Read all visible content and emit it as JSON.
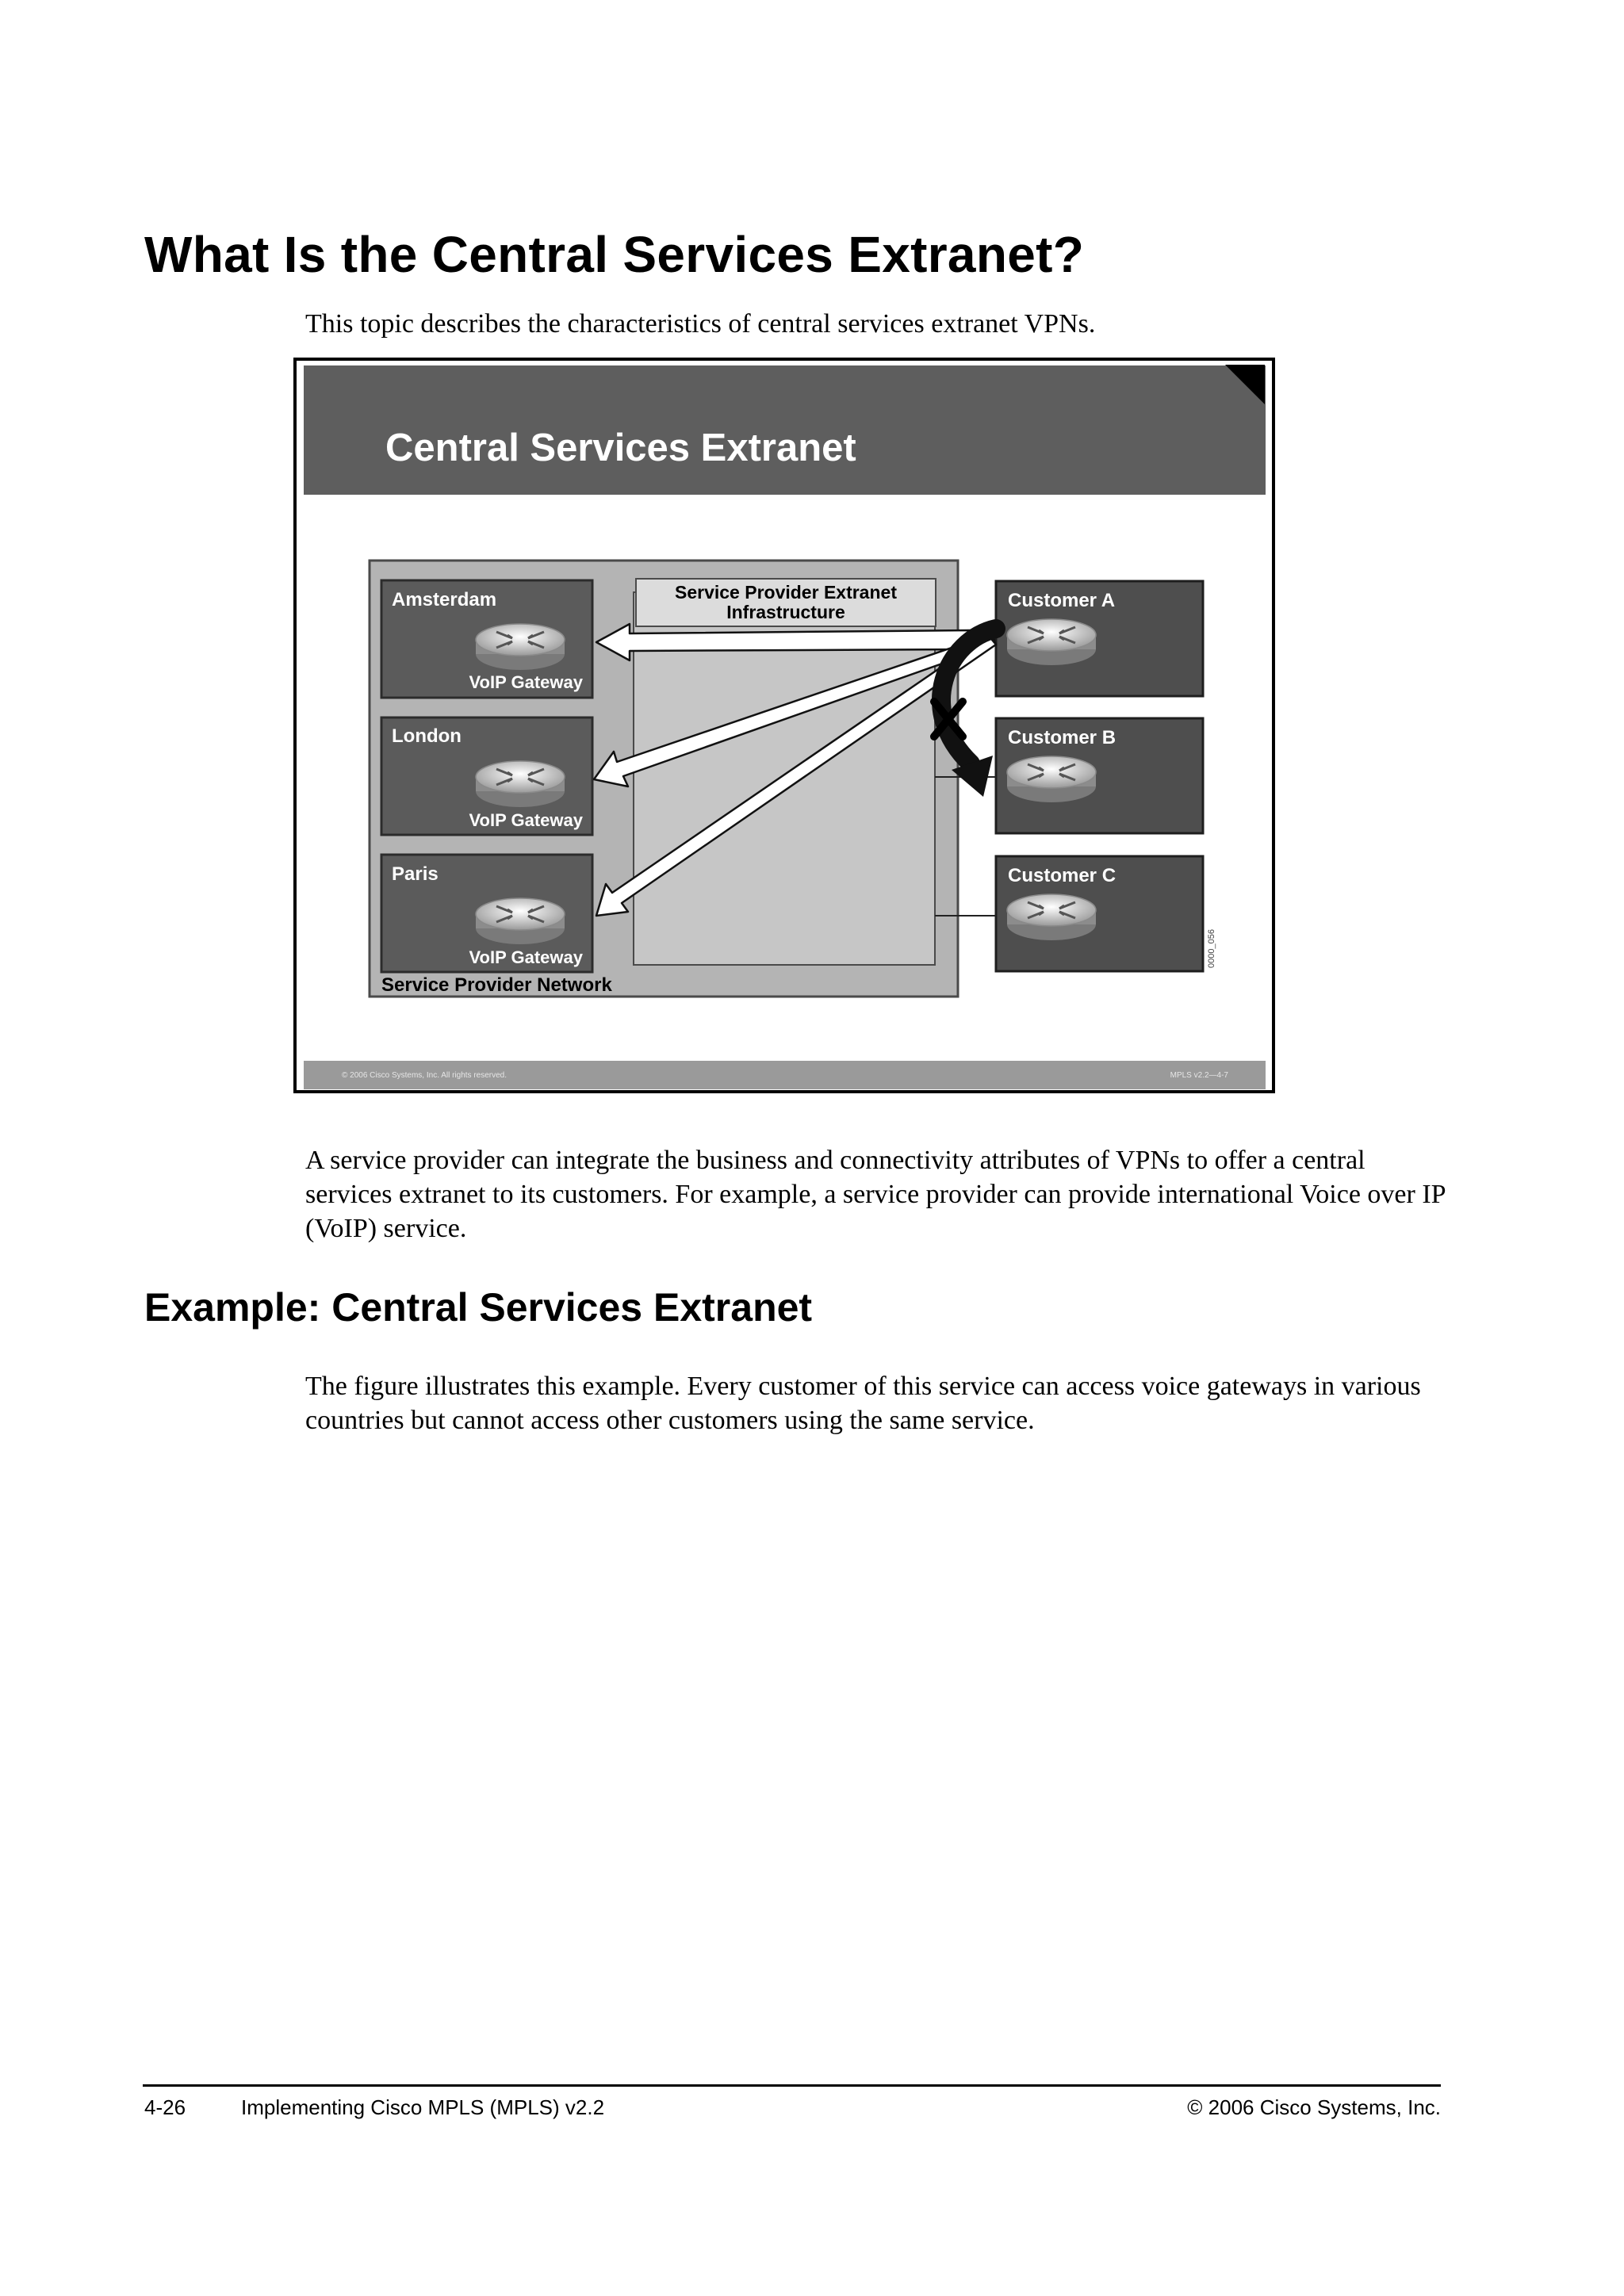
{
  "heading": "What Is the Central Services Extranet?",
  "intro": "This topic describes the characteristics of central services extranet VPNs.",
  "slide": {
    "title": "Central Services Extranet",
    "provider_infrastructure_line1": "Service Provider Extranet",
    "provider_infrastructure_line2": "Infrastructure",
    "provider_network_label": "Service Provider Network",
    "sites": [
      {
        "name": "Amsterdam",
        "device": "VoIP Gateway"
      },
      {
        "name": "London",
        "device": "VoIP Gateway"
      },
      {
        "name": "Paris",
        "device": "VoIP Gateway"
      }
    ],
    "customers": [
      "Customer A",
      "Customer B",
      "Customer C"
    ],
    "figure_id": "0000_056",
    "footer_left": "© 2006 Cisco Systems, Inc. All rights reserved.",
    "footer_right": "MPLS v2.2—4-7",
    "colors": {
      "title_bar": "#5e5e5e",
      "site_box": "#5b5b5b",
      "customer_box": "#4e4e4e",
      "network_bg": "#b4b4b4",
      "infra_bg": "#c6c6c6"
    }
  },
  "paragraph1": "A service provider can integrate the business and connectivity attributes of VPNs to offer a central services extranet to its customers. For example, a service provider can provide international Voice over IP (VoIP) service.",
  "heading2": "Example: Central Services Extranet",
  "paragraph2": "The figure illustrates this example. Every customer of this service can access voice gateways in various countries but cannot access other customers using the same service.",
  "footer": {
    "page_number": "4-26",
    "book_title": "Implementing Cisco MPLS (MPLS) v2.2",
    "copyright": "© 2006 Cisco Systems, Inc."
  }
}
